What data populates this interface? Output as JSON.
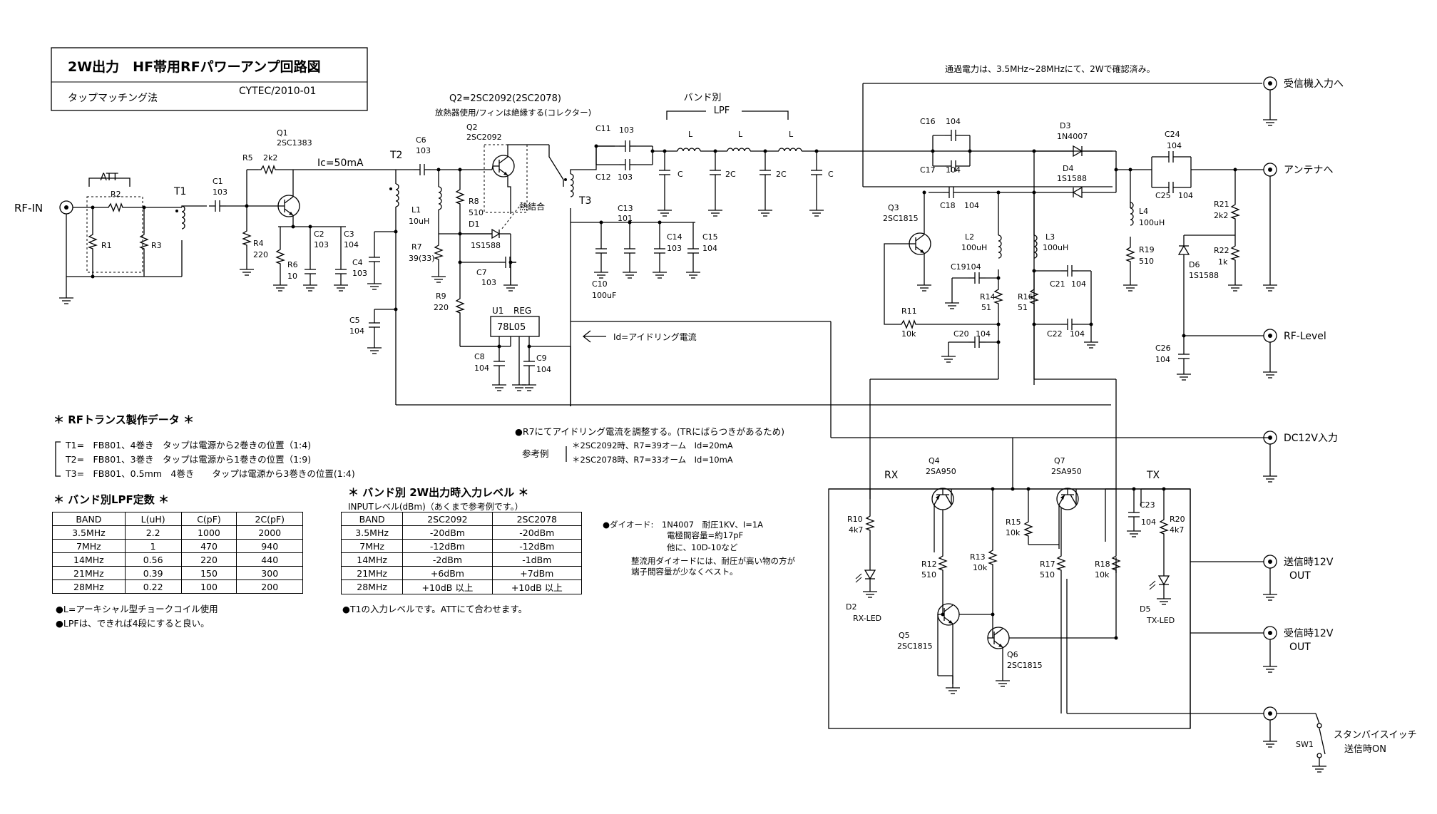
{
  "title": {
    "main": "2W出力　HF帯用RFパワーアンプ回路図",
    "method": "タップマッチング法",
    "author_date": "CYTEC/2010-01"
  },
  "top_note": "通過電力は、3.5MHz~28MHzにて、2Wで確認済み。",
  "q2_note": {
    "part": "Q2=2SC2092(2SC2078)",
    "desc": "放熱器使用/フィンは絶縁する(コレクター)"
  },
  "band_lpf": {
    "line1": "バンド別",
    "line2": "LPF"
  },
  "labels": {
    "rf_in": "RF-IN",
    "att": "ATT",
    "t1": "T1",
    "t2": "T2",
    "t3": "T3",
    "ic": "Ic=50mA",
    "thermal": "熱結合",
    "reg_u1": "U1",
    "reg": "REG",
    "reg_part": "78L05",
    "id_note": "Id=アイドリング電流",
    "rx": "RX",
    "tx": "TX"
  },
  "components": {
    "R1": "R1",
    "R2": "R2",
    "R3": "R3",
    "C1": "C1",
    "C1v": "103",
    "R5": "R5",
    "R5v": "2k2",
    "Q1": "Q1",
    "Q1p": "2SC1383",
    "R4": "R4",
    "R4v": "220",
    "R6": "R6",
    "R6v": "10",
    "C2": "C2",
    "C2v": "103",
    "C3": "C3",
    "C3v": "104",
    "C4": "C4",
    "C4v": "103",
    "C5": "C5",
    "C5v": "104",
    "C6": "C6",
    "C6v": "103",
    "L1": "L1",
    "L1v": "10uH",
    "R7": "R7",
    "R7v": "39(33)",
    "R8": "R8",
    "R8v": "510",
    "D1": "D1",
    "D1p": "1S1588",
    "C7": "C7",
    "C7v": "103",
    "R9": "R9",
    "R9v": "220",
    "C8": "C8",
    "C8v": "104",
    "C9": "C9",
    "C9v": "104",
    "Q2": "Q2",
    "Q2p": "2SC2092",
    "C11": "C11",
    "C11v": "103",
    "C12": "C12",
    "C12v": "103",
    "C13": "C13",
    "C13v": "101",
    "C10": "C10",
    "C10v": "100uF",
    "C14": "C14",
    "C14v": "103",
    "C15": "C15",
    "C15v": "104",
    "L": "L",
    "Cc": "C",
    "C2c": "2C",
    "C16": "C16",
    "C16v": "104",
    "C17": "C17",
    "C17v": "104",
    "D3": "D3",
    "D3p": "1N4007",
    "D4": "D4",
    "D4p": "1S1588",
    "C18": "C18",
    "C18v": "104",
    "Q3": "Q3",
    "Q3p": "2SC1815",
    "L2": "L2",
    "L2v": "100uH",
    "L3": "L3",
    "L3v": "100uH",
    "C19": "C19104",
    "R14": "R14",
    "R14v": "51",
    "R16": "R16",
    "R16v": "51",
    "C21": "C21",
    "C21v": "104",
    "R11": "R11",
    "R11v": "10k",
    "C20": "C20",
    "C20v": "104",
    "C22": "C22",
    "C22v": "104",
    "C24": "C24",
    "C24v": "104",
    "C25": "C25",
    "C25v": "104",
    "L4": "L4",
    "L4v": "100uH",
    "R19": "R19",
    "R19v": "510",
    "R21": "R21",
    "R21v": "2k2",
    "R22": "R22",
    "R22v": "1k",
    "D6": "D6",
    "D6p": "1S1588",
    "C26": "C26",
    "C26v": "104",
    "Q4": "Q4",
    "Q4p": "2SA950",
    "Q7": "Q7",
    "Q7p": "2SA950",
    "R10": "R10",
    "R10v": "4k7",
    "D2": "D2",
    "D2p": "RX-LED",
    "R12": "R12",
    "R12v": "510",
    "R13": "R13",
    "R13v": "10k",
    "R15": "R15",
    "R15v": "10k",
    "R17": "R17",
    "R17v": "510",
    "R18": "R18",
    "R18v": "10k",
    "Q5": "Q5",
    "Q5p": "2SC1815",
    "Q6": "Q6",
    "Q6p": "2SC1815",
    "C23": "C23",
    "C23v": "104",
    "R20": "R20",
    "R20v": "4k7",
    "D5": "D5",
    "D5p": "TX-LED",
    "SW1": "SW1"
  },
  "ports": {
    "rx_in": "受信機入力へ",
    "antenna": "アンテナへ",
    "rf_level": "RF-Level",
    "dc12": "DC12V入力",
    "tx12_a": "送信時12V",
    "tx12_b": "OUT",
    "rx12_a": "受信時12V",
    "rx12_b": "OUT",
    "standby_a": "スタンバイスイッチ",
    "standby_b": "送信時ON"
  },
  "rf_trans": {
    "heading": "＊ RFトランス製作データ ＊",
    "lines": [
      "T1=　FB801、4巻き　タップは電源から2巻きの位置（1:4)",
      "T2=　FB801、3巻き　タップは電源から1巻きの位置（1:9)",
      "T3=　FB801、0.5mm　4巻き　　タップは電源から3巻きの位置(1:4)"
    ]
  },
  "lpf_table": {
    "heading": "＊ バンド別LPF定数 ＊",
    "headers": [
      "BAND",
      "L(uH)",
      "C(pF)",
      "2C(pF)"
    ],
    "rows": [
      [
        "3.5MHz",
        "2.2",
        "1000",
        "2000"
      ],
      [
        "7MHz",
        "1",
        "470",
        "940"
      ],
      [
        "14MHz",
        "0.56",
        "220",
        "440"
      ],
      [
        "21MHz",
        "0.39",
        "150",
        "300"
      ],
      [
        "28MHz",
        "0.22",
        "100",
        "200"
      ]
    ],
    "notes": [
      "●L=アーキシャル型チョークコイル使用",
      "●LPFは、できれば4段にすると良い。"
    ]
  },
  "input_table": {
    "heading": "＊ バンド別 2W出力時入力レベル ＊",
    "sub": "INPUTレベル(dBm)（あくまで参考例です。）",
    "headers": [
      "BAND",
      "2SC2092",
      "2SC2078"
    ],
    "rows": [
      [
        "3.5MHz",
        "-20dBm",
        "-20dBm"
      ],
      [
        "7MHz",
        "-12dBm",
        "-12dBm"
      ],
      [
        "14MHz",
        "-2dBm",
        "-1dBm"
      ],
      [
        "21MHz",
        "+6dBm",
        "+7dBm"
      ],
      [
        "28MHz",
        "+10dB 以上",
        "+10dB 以上"
      ]
    ],
    "note": "●T1の入力レベルです。ATTにて合わせます。"
  },
  "idle_note": {
    "main": "●R7にてアイドリング電流を調整する。(TRにばらつきがあるため)",
    "ref_label": "参考例",
    "ex1": "＊2SC2092時、R7=39オーム　Id=20mA",
    "ex2": "＊2SC2078時、R7=33オーム　Id=10mA"
  },
  "diode_note": {
    "l1": "●ダイオード:　1N4007　耐圧1KV、I=1A",
    "l2": "電極間容量=約17pF",
    "l3": "他に、10D-10など",
    "l4": "整流用ダイオードには、耐圧が高い物の方が",
    "l5": "端子間容量が少なくベスト。"
  }
}
